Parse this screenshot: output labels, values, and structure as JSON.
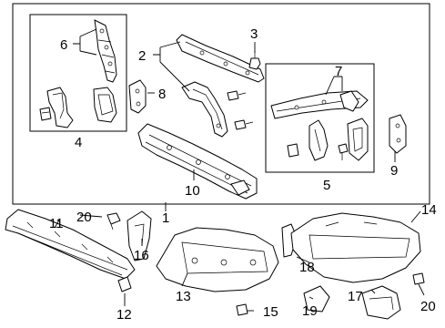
{
  "callouts": {
    "c1": "1",
    "c2": "2",
    "c3": "3",
    "c4": "4",
    "c5": "5",
    "c6": "6",
    "c7": "7",
    "c8": "8",
    "c9": "9",
    "c10": "10",
    "c11": "11",
    "c12": "12",
    "c13": "13",
    "c14": "14",
    "c15": "15",
    "c16": "16",
    "c17": "17",
    "c18": "18",
    "c19": "19",
    "c20a": "20",
    "c20b": "20"
  }
}
